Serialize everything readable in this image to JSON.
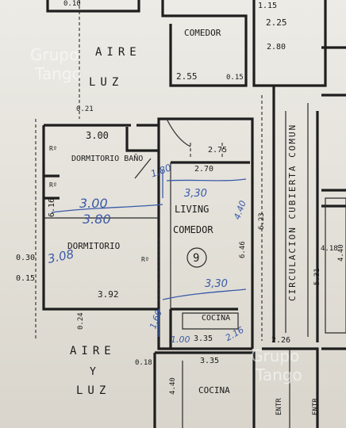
{
  "labels": {
    "comedor_top": "COMEDOR",
    "dim_225": "2.25",
    "dim_255": "2.55",
    "dim_115": "1.15",
    "dim_015_a": "0.15",
    "dim_010": "0.10",
    "aire_luz_top_1": "AIRE",
    "aire_luz_top_2": "LUZ",
    "dim_021": "0.21",
    "dim_300_top": "3.00",
    "dormitorio_bano": "DORMITORIO BAÑO",
    "rm_1": "Rº",
    "rm_2": "Rº",
    "rm_3": "Rº",
    "dim_616": "6.16",
    "dormitorio": "DORMITORIO",
    "dim_392": "3.92",
    "dim_030": "0.30",
    "dim_015_b": "0.15",
    "dim_270": "2.70",
    "dim_275": "2.75",
    "living": "LIVING",
    "comedor_mid": "COMEDOR",
    "unit_number": "9",
    "dim_623": "6.23",
    "dim_646": "6.46",
    "cocina_mid": "COCINA",
    "dim_335_a": "3.35",
    "dim_226": "2.26",
    "dim_024": "0.24",
    "aire_y_luz_1": "AIRE",
    "aire_y_luz_2": "Y",
    "aire_y_luz_3": "LUZ",
    "dim_018": "0.18",
    "dim_335_b": "3.35",
    "dim_440": "4.40",
    "cocina_bottom": "COCINA",
    "entr_1": "ENTR",
    "entr_2": "ENTR",
    "circulacion": "CIRCULACION CUBIERTA COMUN",
    "dim_531": "5.31",
    "dim_418": "4.18",
    "dim_440_right": "4.40",
    "dim_280": "2.80"
  },
  "handwritten": {
    "h_300": "3.00",
    "h_380": "3.80",
    "h_308": "3.08",
    "h_330_a": "3,30",
    "h_440": "4.40",
    "h_330_b": "3,30",
    "h_180": "1.80",
    "h_100": "1.00",
    "h_160": "1.60",
    "h_216": "2.16"
  },
  "watermark": {
    "line1": "Grupo",
    "line2": "Tango"
  }
}
